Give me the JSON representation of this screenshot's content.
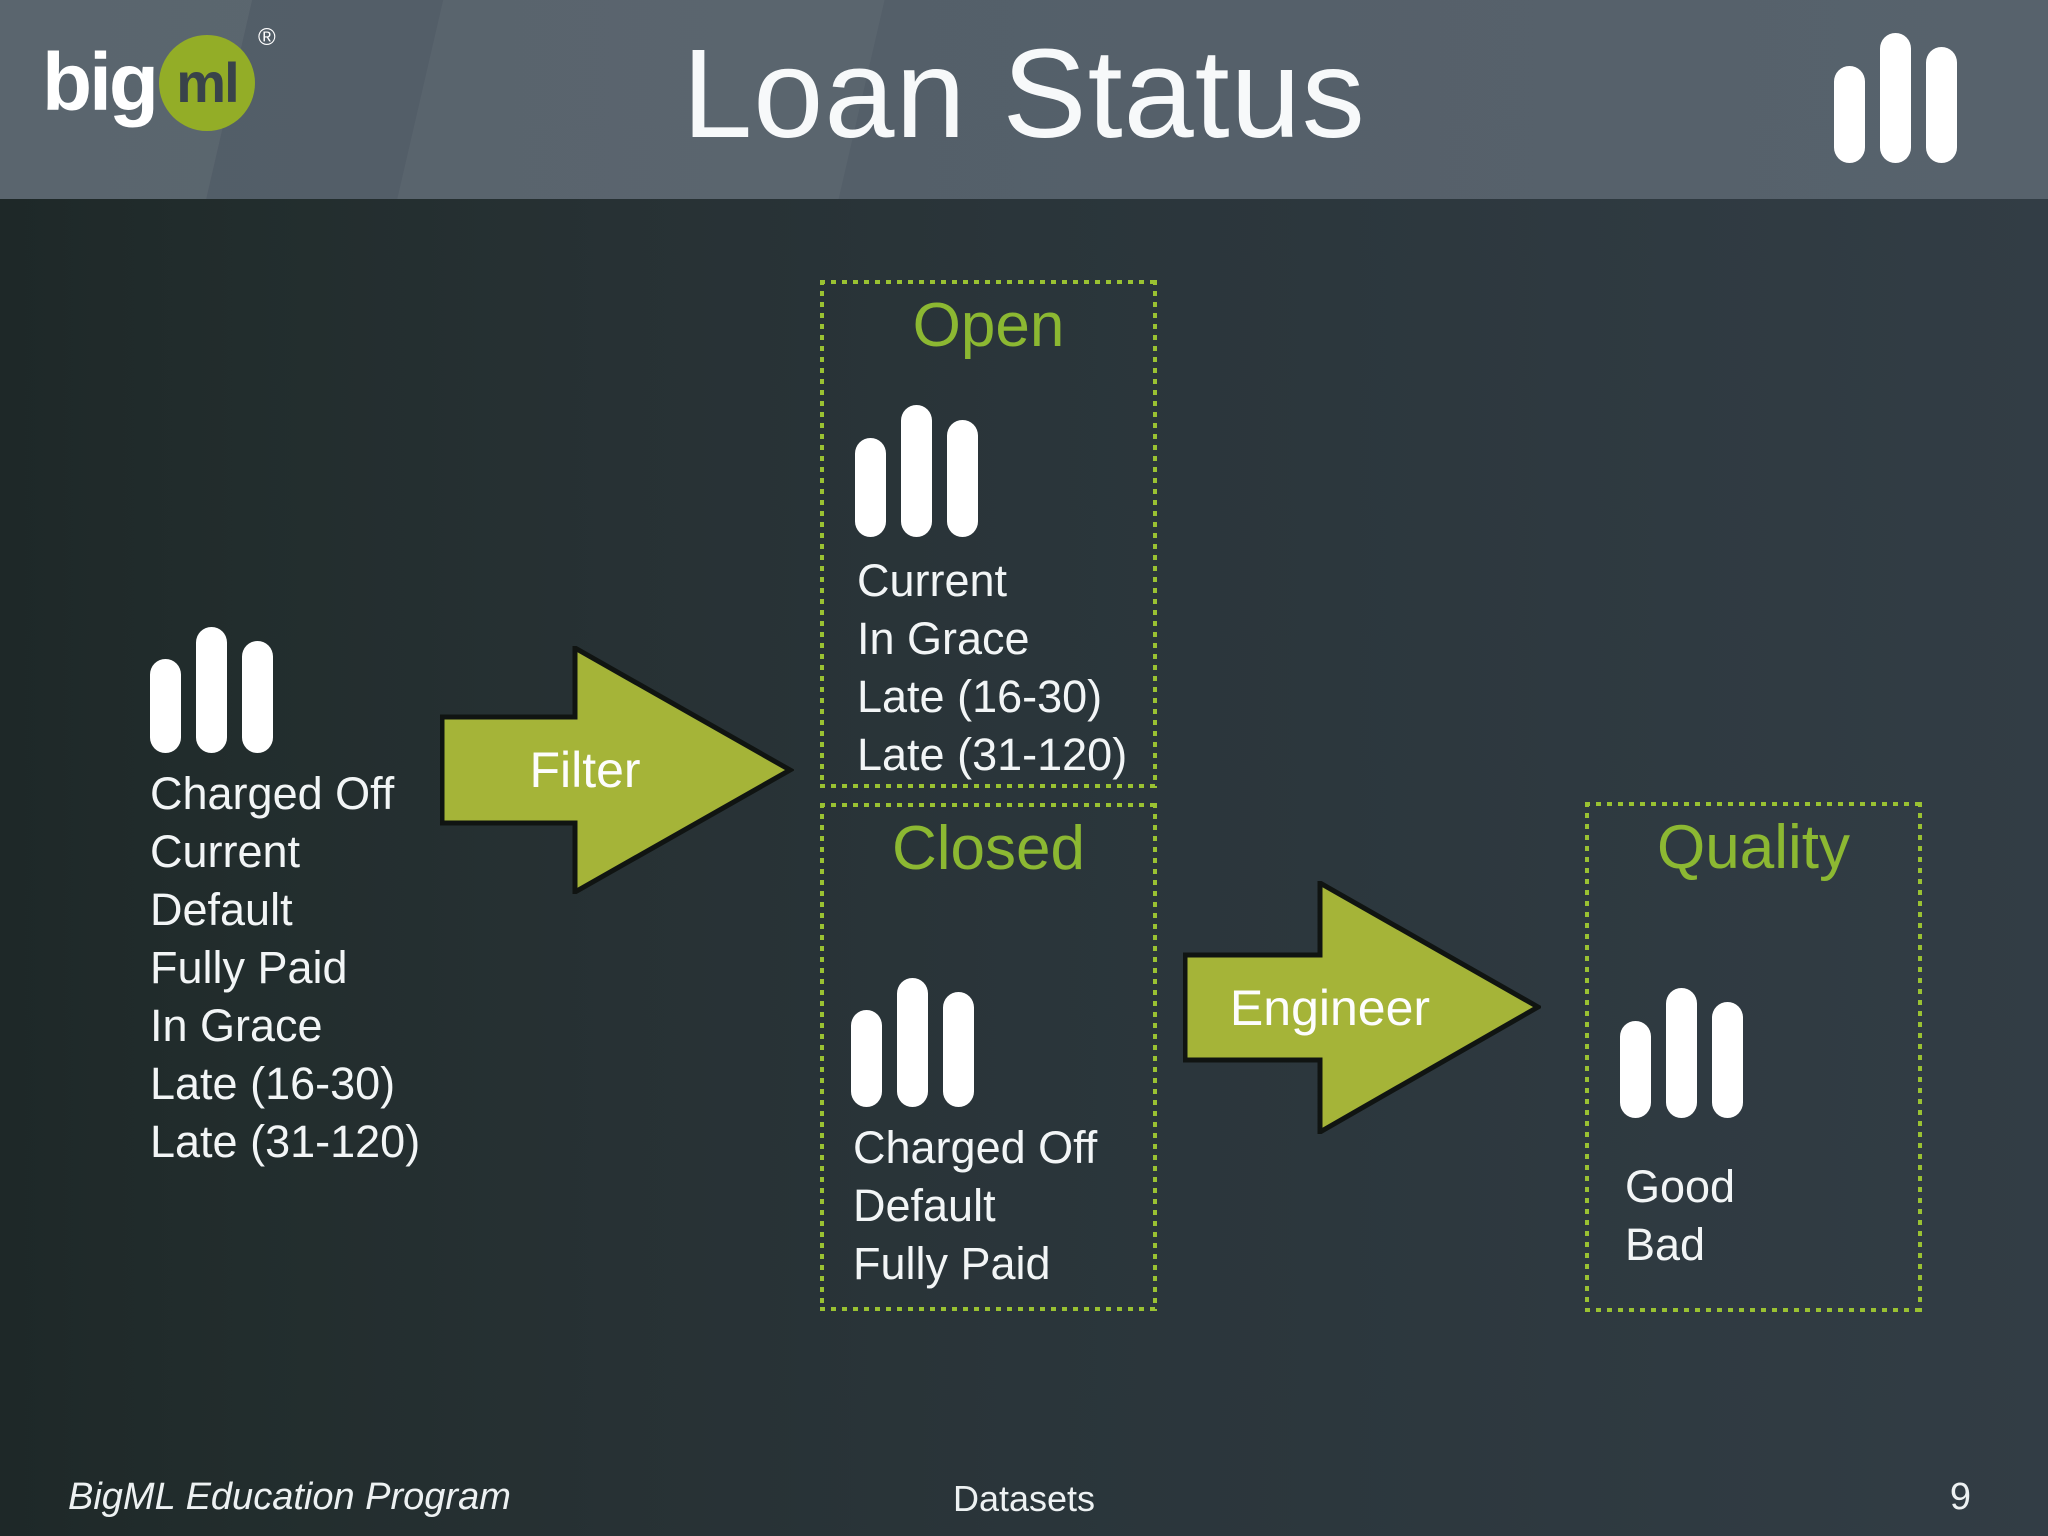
{
  "header": {
    "title": "Loan Status",
    "logo": {
      "text_big": "big",
      "text_ml": "ml",
      "registered_mark": "®"
    }
  },
  "icon_names": {
    "header_icon": "dataset-icon",
    "source_icon": "dataset-icon",
    "open_icon": "dataset-icon",
    "closed_icon": "dataset-icon",
    "quality_icon": "dataset-icon"
  },
  "source_dataset": {
    "items": [
      "Charged Off",
      "Current",
      "Default",
      "Fully Paid",
      "In Grace",
      "Late (16-30)",
      "Late (31-120)"
    ]
  },
  "flow": {
    "filter_label": "Filter",
    "engineer_label": "Engineer"
  },
  "boxes": {
    "open": {
      "title": "Open",
      "items": [
        "Current",
        "In Grace",
        "Late (16-30)",
        "Late (31-120)"
      ]
    },
    "closed": {
      "title": "Closed",
      "items": [
        "Charged Off",
        "Default",
        "Fully Paid"
      ]
    },
    "quality": {
      "title": "Quality",
      "items": [
        "Good",
        "Bad"
      ]
    }
  },
  "footer": {
    "program": "BigML Education Program",
    "section": "Datasets",
    "page_number": "9"
  },
  "colors": {
    "header_bg": "#545f69",
    "body_bg_left": "#1e2828",
    "body_bg_right": "#323d45",
    "arrow_green": "#a5b438",
    "title_green": "#8cb832",
    "dot_green": "#9ac232",
    "logo_green": "#93ad27",
    "text_white": "#f2f5f6"
  }
}
